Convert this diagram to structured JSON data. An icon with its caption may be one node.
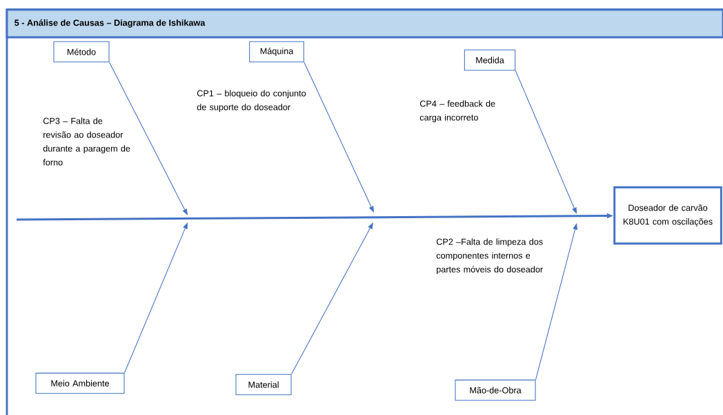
{
  "diagram": {
    "title": "5 - Análise de Causas – Diagrama de Ishikawa",
    "nodes": [
      {
        "text": [
          "Método"
        ]
      },
      {
        "text": [
          "Máquina"
        ]
      },
      {
        "text": [
          "Medida"
        ]
      },
      {
        "text": [
          "Meio Ambiente"
        ]
      },
      {
        "text": [
          "Material"
        ]
      },
      {
        "text": [
          "Mão-de-Obra"
        ]
      },
      {
        "text": [
          "Doseador de carvão K8U01 com oscilações"
        ]
      }
    ],
    "edges": [
      {
        "from": 0,
        "to": null,
        "arrow": "to"
      },
      {
        "from": 1,
        "to": null,
        "arrow": "to"
      },
      {
        "from": 2,
        "to": null,
        "arrow": "to"
      },
      {
        "from": 3,
        "to": null,
        "arrow": "to"
      },
      {
        "from": 4,
        "to": null,
        "arrow": "to"
      },
      {
        "from": 5,
        "to": null,
        "arrow": "to"
      },
      {
        "from": null,
        "to": 6,
        "arrow": "to",
        "style": "thick"
      }
    ],
    "labels": [
      "CP3 – Falta de revisão ao doseador durante a paragem de forno",
      "CP1 – bloqueio do conjunto de suporte do doseador",
      "CP4 – feedback de carga incorreto",
      "CP2 –Falta de limpeza dos componentes internos e partes móveis do doseador"
    ]
  }
}
